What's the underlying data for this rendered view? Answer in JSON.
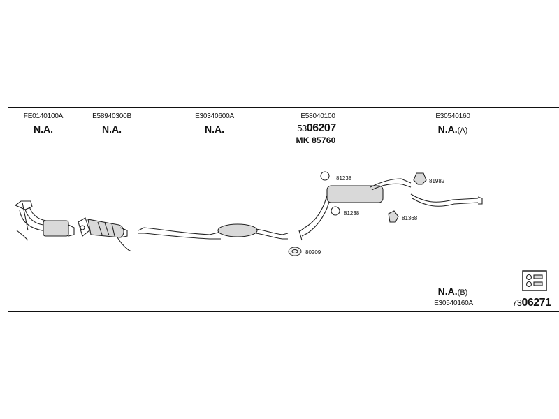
{
  "columns": [
    {
      "code": "FE0140100A",
      "status": "N.A.",
      "suffix": ""
    },
    {
      "code": "E58940300B",
      "status": "N.A.",
      "suffix": ""
    },
    {
      "code": "E30340600A",
      "status": "N.A.",
      "suffix": ""
    },
    {
      "code": "E58040100",
      "ref_prefix": "53",
      "ref_main": "06207",
      "mk": "MK 85760"
    },
    {
      "code": "E30540160",
      "status": "N.A.",
      "suffix": "(A)"
    }
  ],
  "small_parts": [
    {
      "number": "81238"
    },
    {
      "number": "81238"
    },
    {
      "number": "81982"
    },
    {
      "number": "81368"
    },
    {
      "number": "80209"
    }
  ],
  "bottom": {
    "status": "N.A.",
    "suffix": "(B)",
    "code": "E30540160A",
    "ref_prefix": "73",
    "ref_main": "06271",
    "kit_icon": "mounting-kit-icon"
  }
}
